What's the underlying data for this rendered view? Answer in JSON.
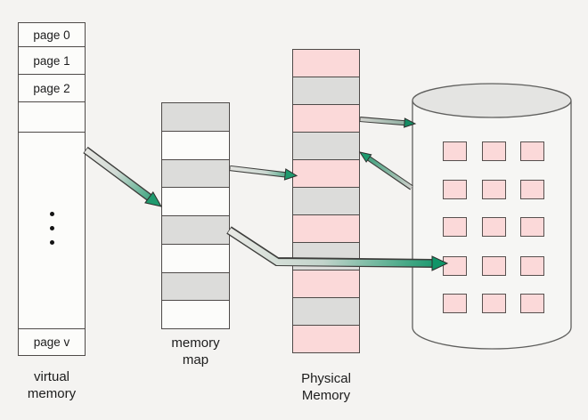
{
  "diagram_title": "virtual memory paging diagram",
  "colors": {
    "background": "#f4f3f1",
    "cell_white": "#fcfcfa",
    "cell_gray": "#dcdcda",
    "cell_pink": "#fbd9d9",
    "cell_border": "#4e4a48",
    "arrow_green": "#159a6e",
    "arrow_light": "#e8e8e4",
    "arrow_outline": "#3d3d3b",
    "cylinder_top": "#e4e4e2",
    "cylinder_body": "#f6f6f4",
    "text": "#1c1c1c"
  },
  "virtual_memory": {
    "label": "virtual\nmemory",
    "cells": [
      {
        "text": "page 0",
        "fill": "white"
      },
      {
        "text": "page 1",
        "fill": "white"
      },
      {
        "text": "page 2",
        "fill": "white"
      },
      {
        "text": "",
        "fill": "white"
      },
      {
        "text": "",
        "fill": "white",
        "ellipsis": true
      },
      {
        "text": "page v",
        "fill": "white"
      }
    ]
  },
  "memory_map": {
    "label": "memory\nmap",
    "cells": [
      {
        "fill": "gray"
      },
      {
        "fill": "white"
      },
      {
        "fill": "gray"
      },
      {
        "fill": "white"
      },
      {
        "fill": "gray"
      },
      {
        "fill": "white"
      },
      {
        "fill": "gray"
      },
      {
        "fill": "white"
      }
    ]
  },
  "physical_memory": {
    "label": "Physical\nMemory",
    "cells": [
      {
        "fill": "pink"
      },
      {
        "fill": "gray"
      },
      {
        "fill": "pink"
      },
      {
        "fill": "gray"
      },
      {
        "fill": "pink"
      },
      {
        "fill": "gray"
      },
      {
        "fill": "pink"
      },
      {
        "fill": "gray"
      },
      {
        "fill": "pink"
      },
      {
        "fill": "gray"
      },
      {
        "fill": "pink"
      }
    ]
  },
  "disk": {
    "name": "backing-store-disk",
    "rows": 5,
    "cols": 3,
    "block_fill": "pink"
  },
  "arrows": [
    {
      "name": "arrow-virtual-to-map",
      "from": "virtual memory",
      "to": "memory map"
    },
    {
      "name": "arrow-map-to-physical",
      "from": "memory map",
      "to": "Physical Memory"
    },
    {
      "name": "arrow-map-to-disk",
      "from": "memory map",
      "to": "disk"
    },
    {
      "name": "arrow-physical-to-disk",
      "from": "Physical Memory",
      "to": "disk"
    },
    {
      "name": "arrow-disk-to-physical",
      "from": "disk",
      "to": "Physical Memory"
    }
  ]
}
